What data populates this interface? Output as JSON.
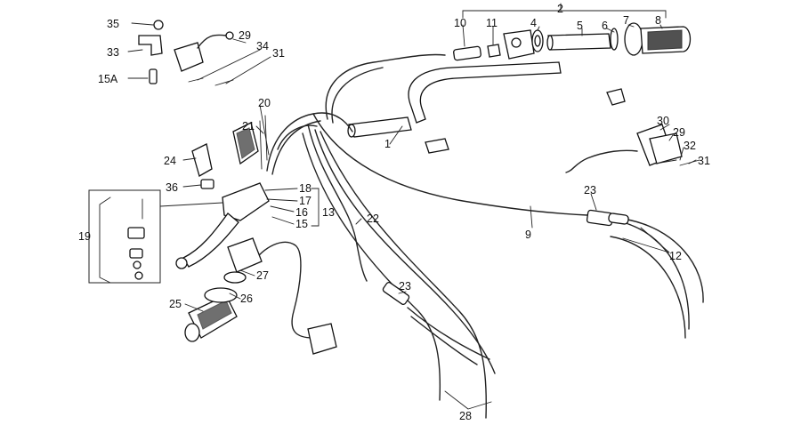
{
  "diagram": {
    "labels": {
      "l1": "1",
      "l2": "2",
      "l4": "4",
      "l5": "5",
      "l6": "6",
      "l7": "7",
      "l8": "8",
      "l9": "9",
      "l10": "10",
      "l11": "11",
      "l12": "12",
      "l13": "13",
      "l15": "15",
      "l15A": "15A",
      "l16": "16",
      "l17": "17",
      "l18": "18",
      "l19": "19",
      "l20": "20",
      "l21": "21",
      "l22": "22",
      "l23a": "23",
      "l23b": "23",
      "l24": "24",
      "l25": "25",
      "l26": "26",
      "l27": "27",
      "l28": "28",
      "l29a": "29",
      "l29b": "29",
      "l30": "30",
      "l31a": "31",
      "l31b": "31",
      "l32": "32",
      "l33": "33",
      "l34": "34",
      "l35": "35",
      "l36": "36"
    }
  }
}
